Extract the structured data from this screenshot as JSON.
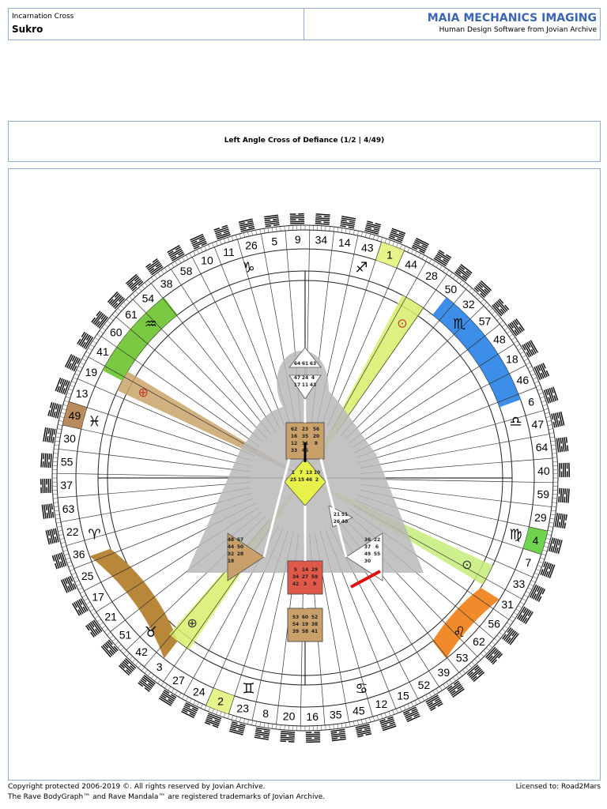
{
  "header": {
    "label": "Incarnation Cross",
    "name": "Sukro",
    "brand": "MAIA MECHANICS IMAGING",
    "brand_sub": "Human Design Software from Jovian Archive"
  },
  "cross_title": "Left Angle Cross of Defiance (1/2 | 4/49)",
  "wheel_gates": [
    "41",
    "19",
    "13",
    "49",
    "30",
    "55",
    "37",
    "63",
    "22",
    "36",
    "25",
    "17",
    "21",
    "51",
    "42",
    "3",
    "27",
    "24",
    "2",
    "23",
    "8",
    "20",
    "16",
    "35",
    "45",
    "12",
    "15",
    "52",
    "39",
    "53",
    "62",
    "56",
    "31",
    "33",
    "7",
    "4",
    "29",
    "59",
    "40",
    "64",
    "47",
    "6",
    "46",
    "18",
    "48",
    "57",
    "32",
    "50",
    "28",
    "44",
    "1",
    "43",
    "14",
    "34",
    "9",
    "5",
    "26",
    "11",
    "10",
    "58",
    "38",
    "54",
    "61",
    "60"
  ],
  "highlights": [
    {
      "gate": "49",
      "color": "#b88c5c"
    },
    {
      "gate": "2",
      "color": "#e6f28a"
    },
    {
      "gate": "1",
      "color": "#e6f28a"
    },
    {
      "gate": "4",
      "color": "#6fd34f"
    }
  ],
  "zodiac_glyphs": [
    "♑",
    "♐",
    "♏",
    "♎",
    "♍",
    "♌",
    "♋",
    "♊",
    "♉",
    "♈",
    "♓",
    "♒"
  ],
  "planet_markers": [
    {
      "glyph": "⊕",
      "color": "#c0392b"
    },
    {
      "glyph": "⊙",
      "color": "#c0392b"
    },
    {
      "glyph": "⊙",
      "color": "#333"
    },
    {
      "glyph": "⊕",
      "color": "#333"
    }
  ],
  "bodygraph": {
    "head": [
      "64",
      "61",
      "63"
    ],
    "ajna": [
      "47",
      "24",
      "4",
      "17",
      "11",
      "43"
    ],
    "throat": [
      "62",
      "23",
      "56",
      "16",
      "35",
      "20",
      "12",
      "31",
      "8",
      "33",
      "45"
    ],
    "g": [
      "1",
      "7",
      "13",
      "10",
      "25",
      "15",
      "46",
      "2"
    ],
    "ego": [
      "21",
      "51",
      "26",
      "40"
    ],
    "spleen": [
      "48",
      "57",
      "44",
      "50",
      "32",
      "28",
      "18"
    ],
    "solar": [
      "36",
      "22",
      "37",
      "6",
      "49",
      "55",
      "30"
    ],
    "sacral": [
      "5",
      "14",
      "29",
      "34",
      "27",
      "59",
      "42",
      "3",
      "9"
    ],
    "root": [
      "53",
      "60",
      "52",
      "54",
      "19",
      "38",
      "39",
      "58",
      "41"
    ]
  },
  "footer": {
    "copyright": "Copyright protected 2006-2019 ©. All rights reserved by Jovian Archive.",
    "trademark": "The Rave BodyGraph™ and Rave Mandala™ are registered trademarks of Jovian Archive.",
    "license": "Licensed to: Road2Mars"
  }
}
